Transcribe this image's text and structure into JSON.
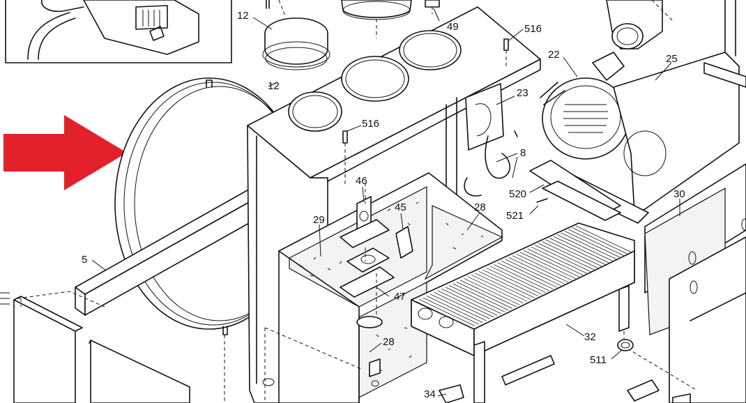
{
  "colors": {
    "arrow": "#e3212b",
    "line": "#111111",
    "background": "#ffffff"
  },
  "callouts": {
    "c12a": "12",
    "c12b": "12",
    "c49": "49",
    "c516a": "516",
    "c516b": "516",
    "c22": "22",
    "c25": "25",
    "c23": "23",
    "c8": "8",
    "c520": "520",
    "c521": "521",
    "c30": "30",
    "c46": "46",
    "c45": "45",
    "c28a": "28",
    "c28b": "28",
    "c29": "29",
    "c5": "5",
    "c47": "47",
    "c32": "32",
    "c511": "511",
    "c34": "34"
  },
  "arrow": {
    "icon": "red-arrow-right"
  }
}
